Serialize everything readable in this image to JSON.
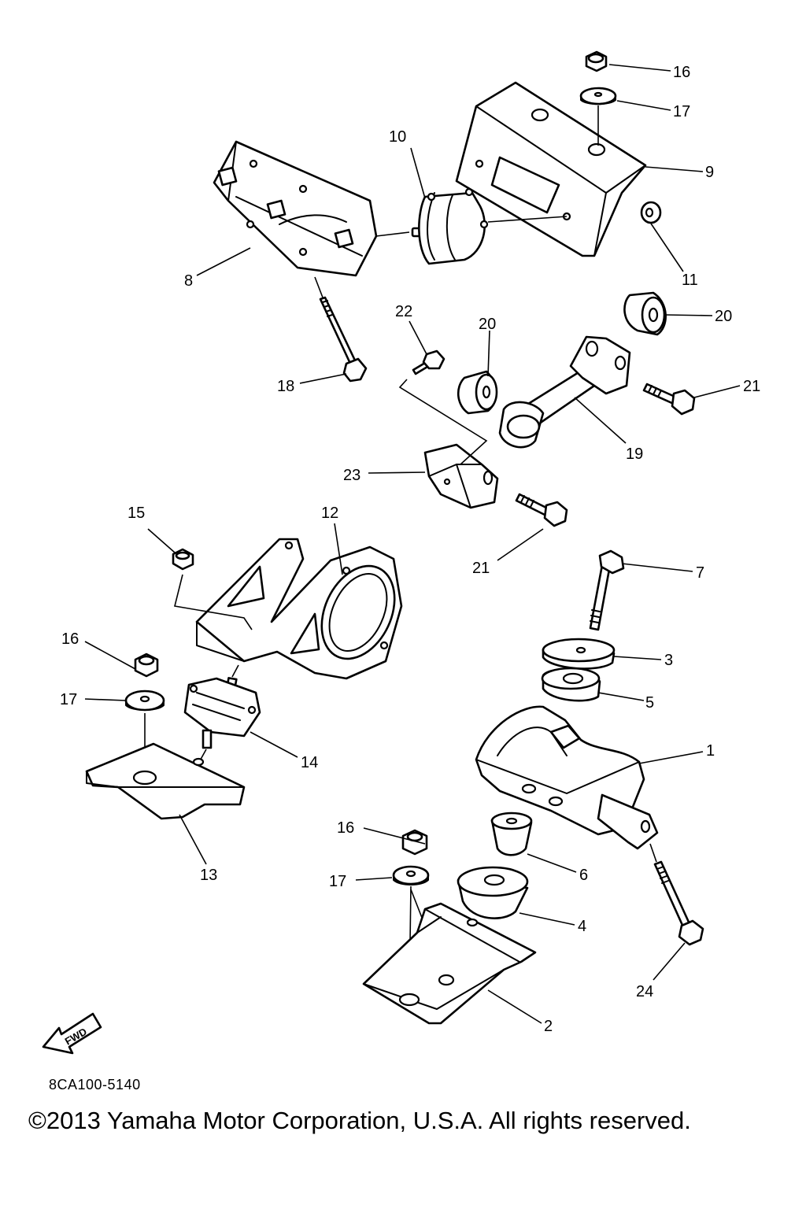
{
  "drawing_number": "8CA100-5140",
  "copyright": "©2013 Yamaha Motor Corporation, U.S.A. All rights reserved.",
  "fwd_arrow_text": "FWD",
  "callouts": [
    {
      "id": "c1",
      "text": "1"
    },
    {
      "id": "c2",
      "text": "2"
    },
    {
      "id": "c3",
      "text": "3"
    },
    {
      "id": "c4",
      "text": "4"
    },
    {
      "id": "c5",
      "text": "5"
    },
    {
      "id": "c6",
      "text": "6"
    },
    {
      "id": "c7",
      "text": "7"
    },
    {
      "id": "c8",
      "text": "8"
    },
    {
      "id": "c9",
      "text": "9"
    },
    {
      "id": "c10",
      "text": "10"
    },
    {
      "id": "c11",
      "text": "11"
    },
    {
      "id": "c12",
      "text": "12"
    },
    {
      "id": "c13",
      "text": "13"
    },
    {
      "id": "c14",
      "text": "14"
    },
    {
      "id": "c15",
      "text": "15"
    },
    {
      "id": "c16a",
      "text": "16"
    },
    {
      "id": "c16b",
      "text": "16"
    },
    {
      "id": "c16c",
      "text": "16"
    },
    {
      "id": "c17a",
      "text": "17"
    },
    {
      "id": "c17b",
      "text": "17"
    },
    {
      "id": "c17c",
      "text": "17"
    },
    {
      "id": "c18",
      "text": "18"
    },
    {
      "id": "c19",
      "text": "19"
    },
    {
      "id": "c20a",
      "text": "20"
    },
    {
      "id": "c20b",
      "text": "20"
    },
    {
      "id": "c21a",
      "text": "21"
    },
    {
      "id": "c21b",
      "text": "21"
    },
    {
      "id": "c22",
      "text": "22"
    },
    {
      "id": "c23",
      "text": "23"
    },
    {
      "id": "c24",
      "text": "24"
    }
  ]
}
